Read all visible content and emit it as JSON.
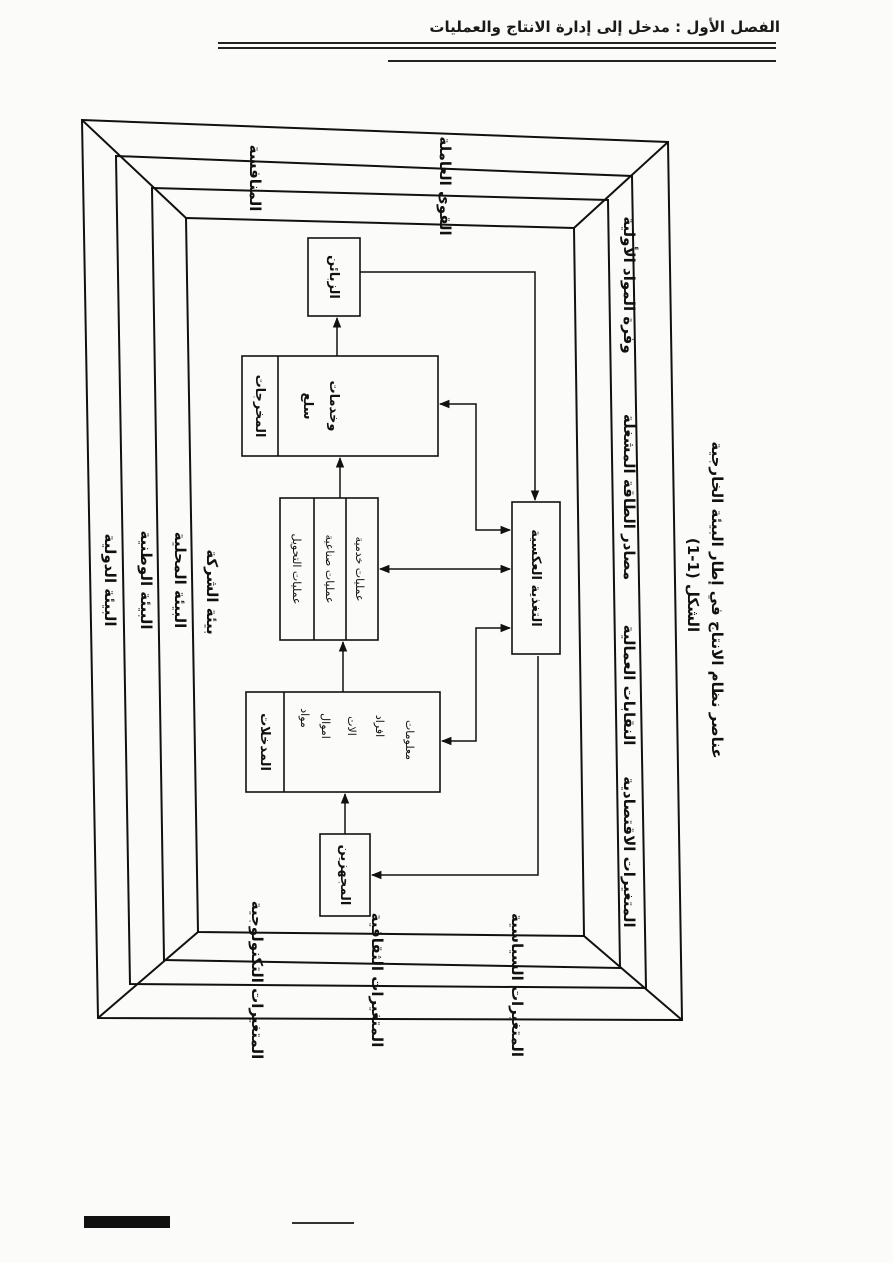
{
  "header": {
    "title": "الفصل الأول : مدخل إلى إدارة الانتاج والعمليات"
  },
  "diagram": {
    "environments": {
      "international": "البيئة الدولية",
      "national": "البيئة الوطنية",
      "local": "البيئة المحلية",
      "company": "بيئة الشركة"
    },
    "external_factors": {
      "competition": "المنافسة",
      "labor_forces": "القوى العاملة",
      "raw_materials": "وفرة المواد الأولية",
      "energy_sources": "مصادر الطاقة المشغلة",
      "unions": "النقابات العمالية",
      "economic": "المتغيرات الاقتصادية",
      "technological": "المتغيرات التكنولوجية",
      "cultural": "المتغيرات الثقافية",
      "political": "المتغيرات السياسية"
    },
    "boxes": {
      "suppliers": "المجهزين",
      "inputs_title": "المدخلات",
      "inputs_items": [
        "مواد",
        "اموال",
        "الات",
        "افراد",
        "معلومات"
      ],
      "processes_title": "عمليات التحويل",
      "processes_items": [
        "عمليات صناعية",
        "عمليات خدمية"
      ],
      "outputs_title": "المخرجات",
      "outputs_items": [
        "سلع",
        "وخدمات"
      ],
      "customers": "الزبائن",
      "feedback": "التغذية العكسية"
    }
  },
  "caption": {
    "number": "الشكل (1-1)",
    "text": "عناصر نظام الانتاج في إطار البيئة الخارجية"
  }
}
